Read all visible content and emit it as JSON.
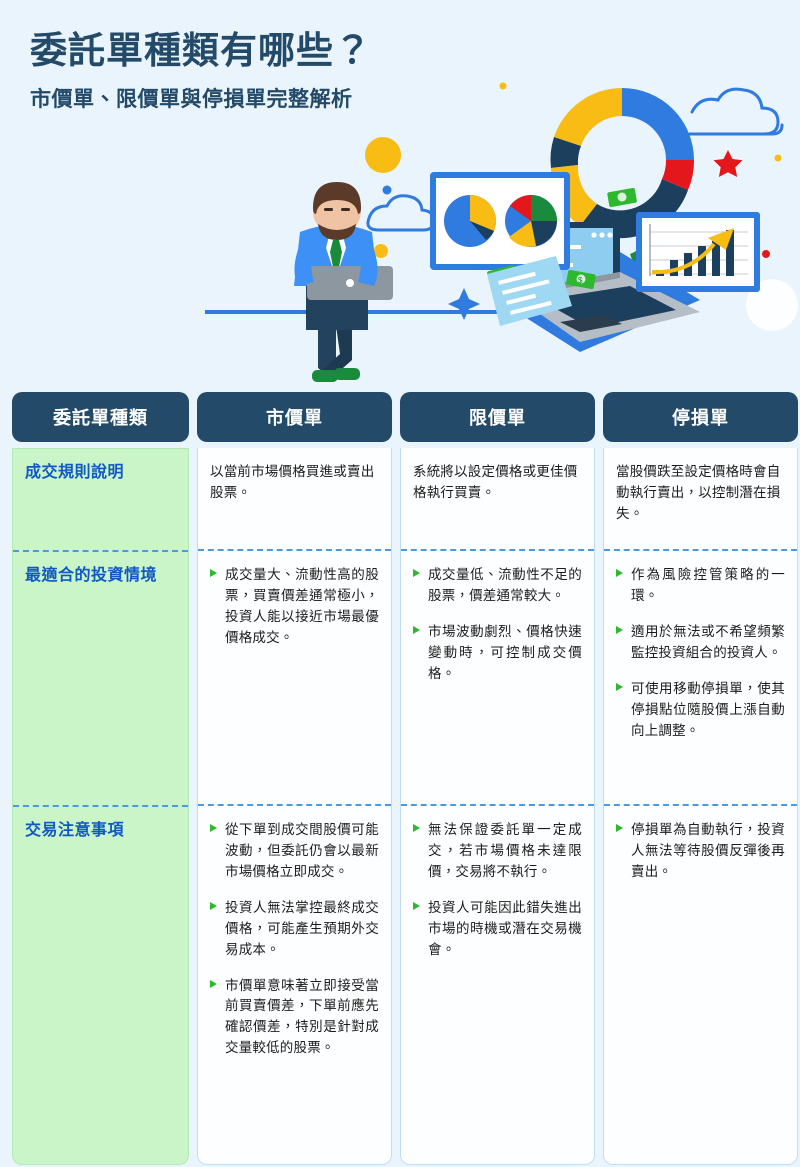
{
  "header": {
    "title": "委託單種類有哪些？",
    "subtitle": "市價單、限價單與停損單完整解析",
    "title_color": "#234a68",
    "background_color": "#eaf4fc"
  },
  "illustration": {
    "name": "investor-with-laptop-and-charts",
    "elements": [
      "donut-ring-chart",
      "pie-chart-card",
      "bar-chart-card",
      "laptop",
      "businessman",
      "cloud",
      "dollar-bills",
      "star",
      "dots"
    ],
    "donut_colors": [
      "#f9bc15",
      "#2f7be0",
      "#e3171c",
      "#1d3f5e"
    ],
    "pie_left_colors": [
      "#2f7be0",
      "#f9bc15",
      "#1d3f5e"
    ],
    "pie_right_colors": [
      "#1a8a3c",
      "#1d3f5e",
      "#f9bc15",
      "#2f7be0",
      "#e3171c"
    ]
  },
  "table": {
    "accent_header_bg": "#234a68",
    "label_col_bg": "#c9f5c9",
    "label_text_color": "#1059c4",
    "bullet_color": "#2eb82e",
    "divider_color": "#4b9ae0",
    "headers": [
      "委託單種類",
      "市價單",
      "限價單",
      "停損單"
    ],
    "rows": [
      {
        "label": "成交規則說明",
        "cells": [
          {
            "type": "text",
            "text": "以當前市場價格買進或賣出股票。"
          },
          {
            "type": "text",
            "text": "系統將以設定價格或更佳價格執行買賣。"
          },
          {
            "type": "text",
            "text": "當股價跌至設定價格時會自動執行賣出，以控制潛在損失。"
          }
        ]
      },
      {
        "label": "最適合的投資情境",
        "cells": [
          {
            "type": "bullets",
            "items": [
              "成交量大、流動性高的股票，買賣價差通常極小，投資人能以接近市場最優價格成交。"
            ]
          },
          {
            "type": "bullets",
            "items": [
              "成交量低、流動性不足的股票，價差通常較大。",
              "市場波動劇烈、價格快速變動時，可控制成交價格。"
            ]
          },
          {
            "type": "bullets",
            "items": [
              "作為風險控管策略的一環。",
              "適用於無法或不希望頻繁監控投資組合的投資人。",
              "可使用移動停損單，使其停損點位隨股價上漲自動向上調整。"
            ]
          }
        ]
      },
      {
        "label": "交易注意事項",
        "cells": [
          {
            "type": "bullets",
            "items": [
              "從下單到成交間股價可能波動，但委託仍會以最新市場價格立即成交。",
              "投資人無法掌控最終成交價格，可能產生預期外交易成本。",
              "市價單意味著立即接受當前買賣價差，下單前應先確認價差，特別是針對成交量較低的股票。"
            ]
          },
          {
            "type": "bullets",
            "items": [
              "無法保證委託單一定成交，若市場價格未達限價，交易將不執行。",
              "投資人可能因此錯失進出市場的時機或潛在交易機會。"
            ]
          },
          {
            "type": "bullets",
            "items": [
              "停損單為自動執行，投資人無法等待股價反彈後再賣出。"
            ]
          }
        ]
      }
    ]
  }
}
